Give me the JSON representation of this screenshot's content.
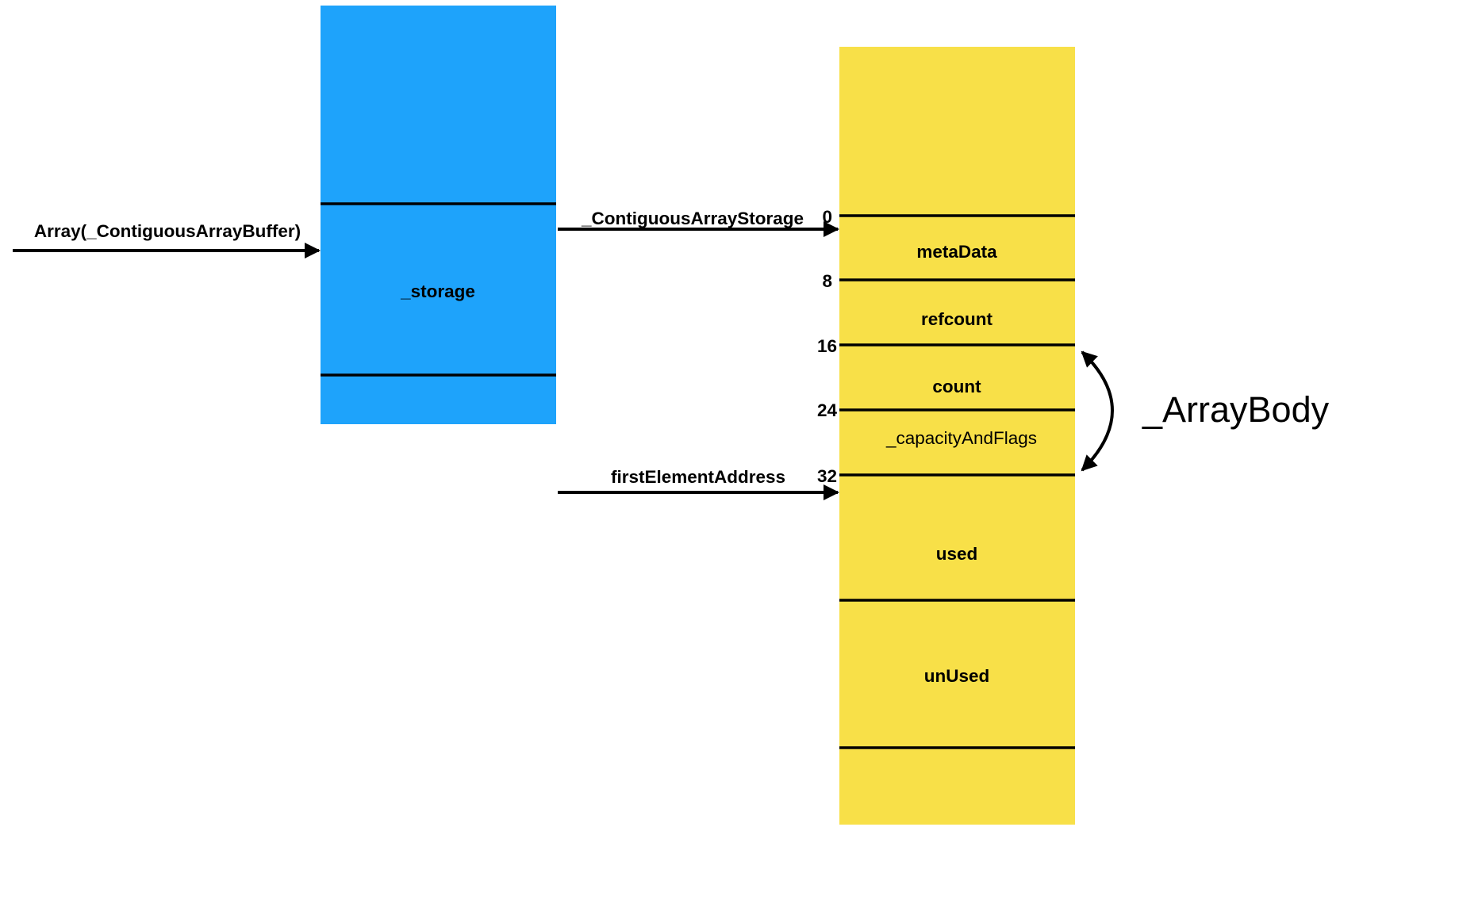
{
  "colors": {
    "storage_block": "#1ea3fb",
    "heap_block": "#f8e048",
    "line": "#000000"
  },
  "arrows": {
    "array_label": "Array(_ContiguousArrayBuffer)",
    "storage_label": "_ContiguousArrayStorage",
    "first_element_label": "firstElementAddress"
  },
  "storage_block": {
    "field_label": "_storage"
  },
  "heap_block": {
    "fields": {
      "meta_data": "metaData",
      "refcount": "refcount",
      "count": "count",
      "capacity_and_flags": "_capacityAndFlags",
      "used": "used",
      "unused": "unUsed"
    },
    "offsets": [
      "0",
      "8",
      "16",
      "24",
      "32"
    ]
  },
  "array_body_label": "_ArrayBody"
}
